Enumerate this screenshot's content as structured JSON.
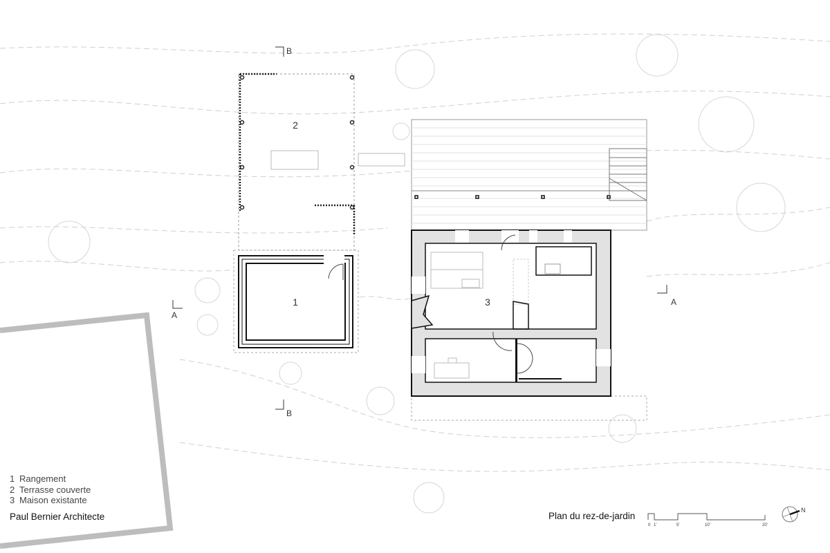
{
  "legend": [
    {
      "number": "1",
      "label": "Rangement"
    },
    {
      "number": "2",
      "label": "Terrasse couverte"
    },
    {
      "number": "3",
      "label": "Maison existante"
    }
  ],
  "architect": "Paul Bernier Architecte",
  "drawing_title": "Plan du rez-de-jardin",
  "room_labels": {
    "storage": "1",
    "terrace": "2",
    "house": "3"
  },
  "section_markers": {
    "a_left": "A",
    "a_right": "A",
    "b_top": "B",
    "b_bottom": "B"
  },
  "scale_bar": {
    "ticks": [
      "0",
      "1'",
      "5'",
      "10'",
      "20'"
    ]
  },
  "north_arrow": {
    "label": "N"
  },
  "colors": {
    "wall": "#111111",
    "stone": "#e2e2e2",
    "landscape": "#cccccc",
    "site_wall": "#bdbdbd"
  }
}
